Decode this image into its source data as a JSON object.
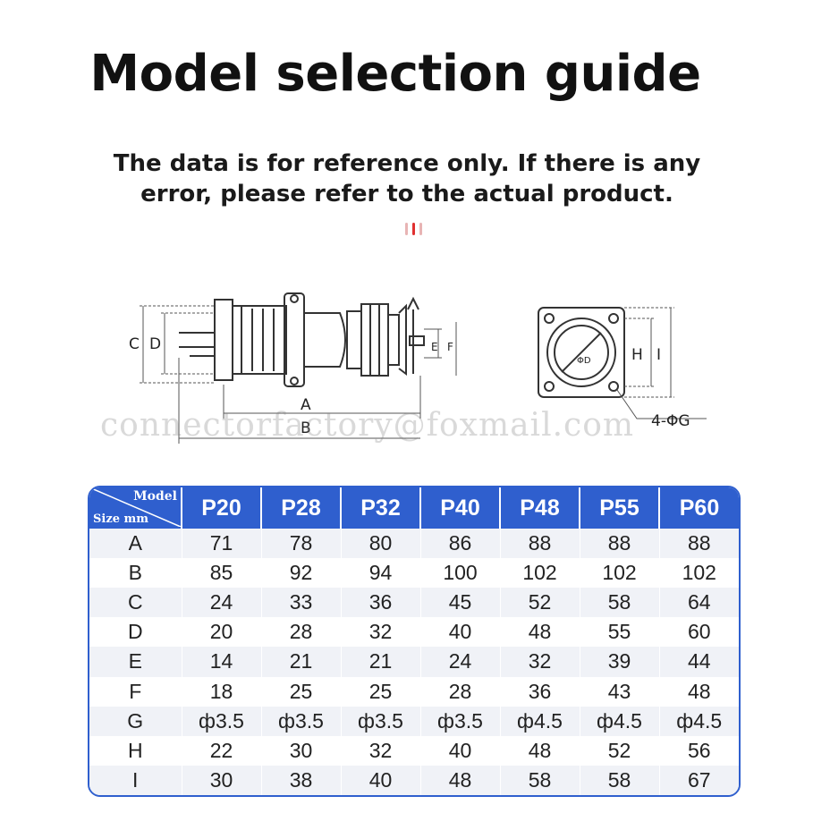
{
  "title": "Model selection guide",
  "notice_line1": "The data is for reference only. If there is any",
  "notice_line2": "error, please refer to the actual product.",
  "accent_color": "#2f5fce",
  "decor_colors": [
    "#e8b4b4",
    "#e03030",
    "#e8b4b4"
  ],
  "watermark": "connectorfactory@foxmail.com",
  "drawing": {
    "side_labels": {
      "C": "C",
      "D": "D",
      "A": "A",
      "B": "B",
      "E": "E",
      "F": "F"
    },
    "front_labels": {
      "H": "H",
      "I": "I",
      "D": "ΦD",
      "G": "4-ΦG"
    }
  },
  "table": {
    "corner_model": "Model",
    "corner_size": "Size mm",
    "models": [
      "P20",
      "P28",
      "P32",
      "P40",
      "P48",
      "P55",
      "P60"
    ],
    "rows": [
      {
        "label": "A",
        "values": [
          "71",
          "78",
          "80",
          "86",
          "88",
          "88",
          "88"
        ]
      },
      {
        "label": "B",
        "values": [
          "85",
          "92",
          "94",
          "100",
          "102",
          "102",
          "102"
        ]
      },
      {
        "label": "C",
        "values": [
          "24",
          "33",
          "36",
          "45",
          "52",
          "58",
          "64"
        ]
      },
      {
        "label": "D",
        "values": [
          "20",
          "28",
          "32",
          "40",
          "48",
          "55",
          "60"
        ]
      },
      {
        "label": "E",
        "values": [
          "14",
          "21",
          "21",
          "24",
          "32",
          "39",
          "44"
        ]
      },
      {
        "label": "F",
        "values": [
          "18",
          "25",
          "25",
          "28",
          "36",
          "43",
          "48"
        ]
      },
      {
        "label": "G",
        "values": [
          "ф3.5",
          "ф3.5",
          "ф3.5",
          "ф3.5",
          "ф4.5",
          "ф4.5",
          "ф4.5"
        ]
      },
      {
        "label": "H",
        "values": [
          "22",
          "30",
          "32",
          "40",
          "48",
          "52",
          "56"
        ]
      },
      {
        "label": "I",
        "values": [
          "30",
          "38",
          "40",
          "48",
          "58",
          "58",
          "67"
        ]
      }
    ]
  }
}
